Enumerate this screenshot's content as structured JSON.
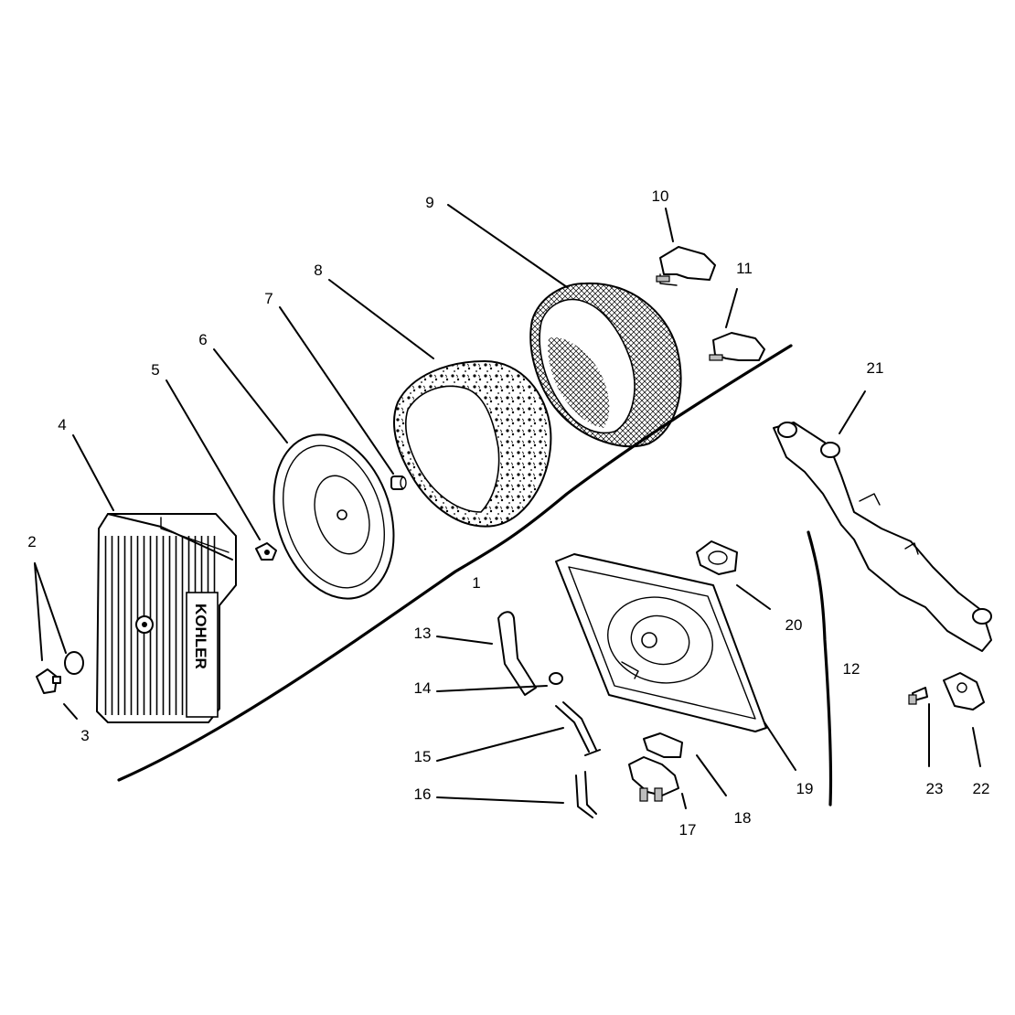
{
  "callouts": [
    {
      "id": "1",
      "label": "1"
    },
    {
      "id": "2",
      "label": "2"
    },
    {
      "id": "3",
      "label": "3"
    },
    {
      "id": "4",
      "label": "4"
    },
    {
      "id": "5",
      "label": "5"
    },
    {
      "id": "6",
      "label": "6"
    },
    {
      "id": "7",
      "label": "7"
    },
    {
      "id": "8",
      "label": "8"
    },
    {
      "id": "9",
      "label": "9"
    },
    {
      "id": "10",
      "label": "10"
    },
    {
      "id": "11",
      "label": "11"
    },
    {
      "id": "12",
      "label": "12"
    },
    {
      "id": "13",
      "label": "13"
    },
    {
      "id": "14",
      "label": "14"
    },
    {
      "id": "15",
      "label": "15"
    },
    {
      "id": "16",
      "label": "16"
    },
    {
      "id": "17",
      "label": "17"
    },
    {
      "id": "18",
      "label": "18"
    },
    {
      "id": "19",
      "label": "19"
    },
    {
      "id": "20",
      "label": "20"
    },
    {
      "id": "21",
      "label": "21"
    },
    {
      "id": "22",
      "label": "22"
    },
    {
      "id": "23",
      "label": "23"
    }
  ],
  "cover_logo": "KOHLER"
}
